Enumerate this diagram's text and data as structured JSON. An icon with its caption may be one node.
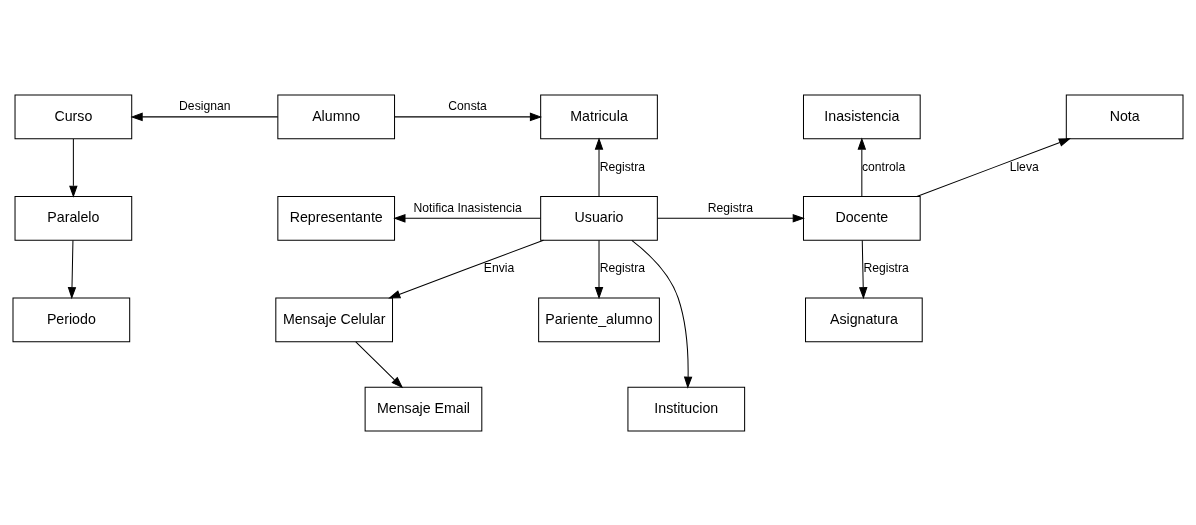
{
  "diagram": {
    "nodes": [
      {
        "text": [
          "Curso"
        ]
      },
      {
        "text": [
          "Alumno"
        ]
      },
      {
        "text": [
          "Matricula"
        ]
      },
      {
        "text": [
          "Inasistencia"
        ]
      },
      {
        "text": [
          "Nota"
        ]
      },
      {
        "text": [
          "Paralelo"
        ]
      },
      {
        "text": [
          "Representante"
        ]
      },
      {
        "text": [
          "Usuario"
        ]
      },
      {
        "text": [
          "Docente"
        ]
      },
      {
        "text": [
          "Periodo"
        ]
      },
      {
        "text": [
          "Mensaje Celular"
        ]
      },
      {
        "text": [
          "Pariente_alumno"
        ]
      },
      {
        "text": [
          "Asignatura"
        ]
      },
      {
        "text": [
          "Mensaje Email"
        ]
      },
      {
        "text": [
          "Institucion"
        ]
      }
    ],
    "edges": [
      {
        "from": 1,
        "to": 0,
        "arrow": "to",
        "label": "Designan"
      },
      {
        "from": 1,
        "to": 2,
        "arrow": "to",
        "label": "Consta"
      },
      {
        "from": 0,
        "to": 5,
        "arrow": "to"
      },
      {
        "from": 5,
        "to": 9,
        "arrow": "to"
      },
      {
        "from": 7,
        "to": 2,
        "arrow": "to",
        "label": "Registra"
      },
      {
        "from": 7,
        "to": 6,
        "arrow": "to",
        "label": "Notifica Inasistencia"
      },
      {
        "from": 7,
        "to": 10,
        "arrow": "to",
        "label": "Envia"
      },
      {
        "from": 7,
        "to": 11,
        "arrow": "to",
        "label": "Registra"
      },
      {
        "from": 7,
        "to": 8,
        "arrow": "to",
        "label": "Registra"
      },
      {
        "from": 7,
        "to": 14,
        "arrow": "to"
      },
      {
        "from": 8,
        "to": 3,
        "arrow": "to",
        "label": "controla"
      },
      {
        "from": 8,
        "to": 4,
        "arrow": "to",
        "label": "Lleva"
      },
      {
        "from": 8,
        "to": 12,
        "arrow": "to",
        "label": "Registra"
      },
      {
        "from": 10,
        "to": 13,
        "arrow": "to"
      }
    ]
  }
}
